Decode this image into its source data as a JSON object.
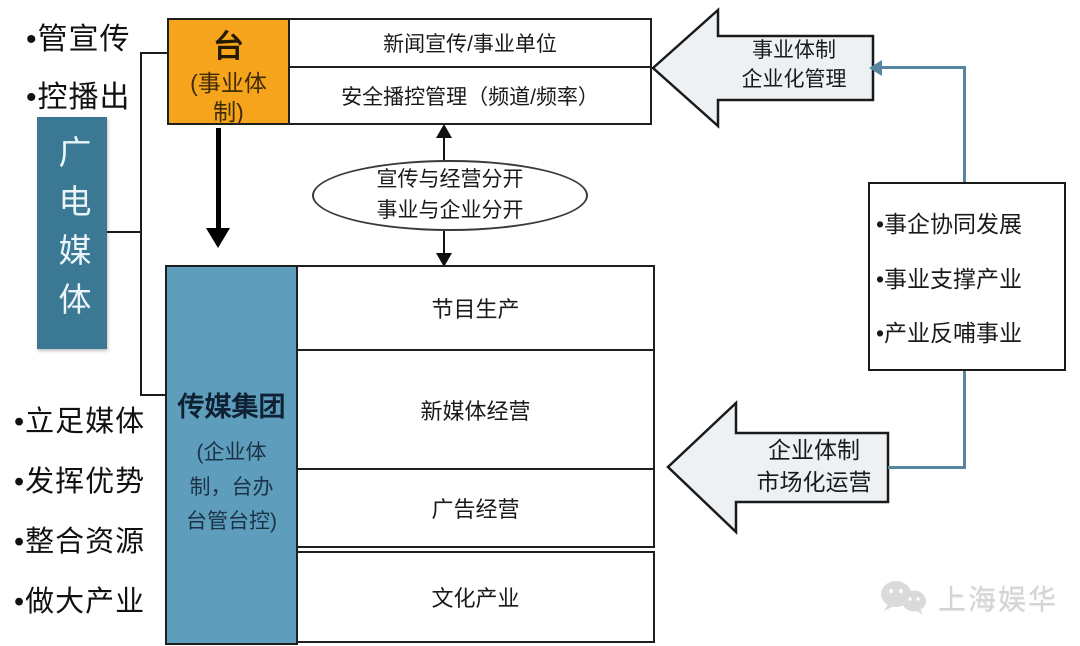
{
  "colors": {
    "orange": "#F7A41D",
    "teal_dark": "#3A7894",
    "teal_light": "#5F9DBC",
    "connector": "#57869E",
    "arrow_fill": "#EDF1F4",
    "watermark": "#D4D4D4"
  },
  "top_left_bullets": [
    "•管宣传",
    "•控播出"
  ],
  "left_box": {
    "label": "广电媒体"
  },
  "station_box": {
    "title": "台",
    "subtitle": "(事业体制)"
  },
  "station_rows": [
    "新闻宣传/事业单位",
    "安全播控管理（频道/频率）"
  ],
  "ellipse": {
    "line1": "宣传与经营分开",
    "line2": "事业与企业分开"
  },
  "group_box": {
    "title": "传媒集团",
    "subtitle": "(企业体制，台办台管台控)"
  },
  "group_rows": [
    "节目生产",
    "新媒体经营",
    "广告经营",
    "文化产业"
  ],
  "arrow_top": {
    "line1": "事业体制",
    "line2": "企业化管理"
  },
  "arrow_bottom": {
    "line1": "企业体制",
    "line2": "市场化运营"
  },
  "right_box_bullets": [
    "•事企协同发展",
    "•事业支撑产业",
    "•产业反哺事业"
  ],
  "bottom_left_bullets": [
    "•立足媒体",
    "•发挥优势",
    "•整合资源",
    "•做大产业"
  ],
  "watermark": {
    "text": "上海娱华"
  }
}
